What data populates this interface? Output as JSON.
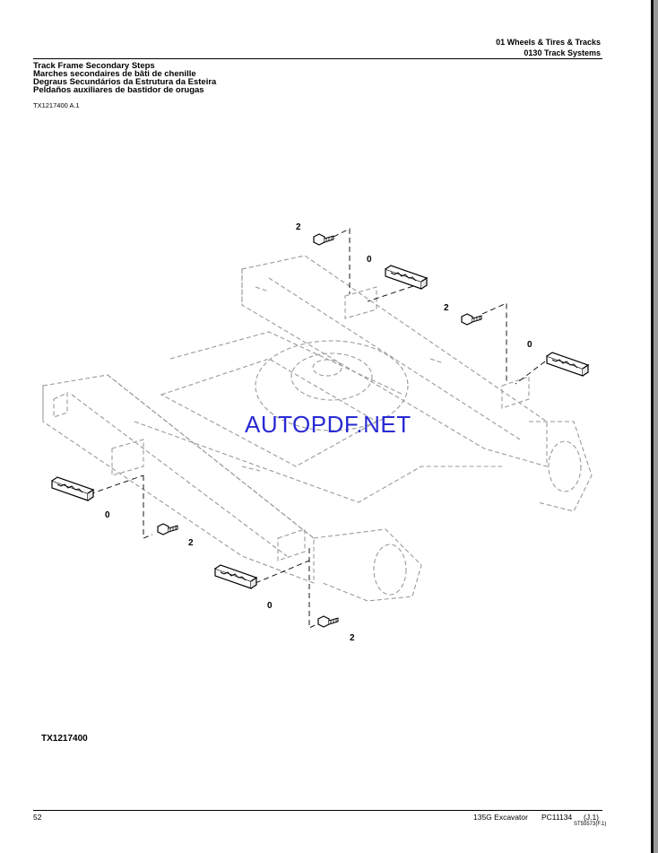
{
  "header": {
    "section": "01 Wheels & Tires & Tracks",
    "group": "0130 Track Systems"
  },
  "title": {
    "en": "Track Frame Secondary Steps",
    "fr": "Marches secondaires de bâti de chenille",
    "pt": "Degraus Secundários da Estrutura da Esteira",
    "es": "Peldaños auxiliares de bastidor de orugas"
  },
  "figure_ref": "TX1217400 A.1",
  "figure_id": "TX1217400",
  "watermark": "AUTOPDF.NET",
  "callouts": {
    "step": "0",
    "screw": "2"
  },
  "footer": {
    "page": "52",
    "model": "135G Excavator",
    "catalog": "PC11134",
    "revision": "(J.1)",
    "code": "ST55573(F.1)"
  }
}
